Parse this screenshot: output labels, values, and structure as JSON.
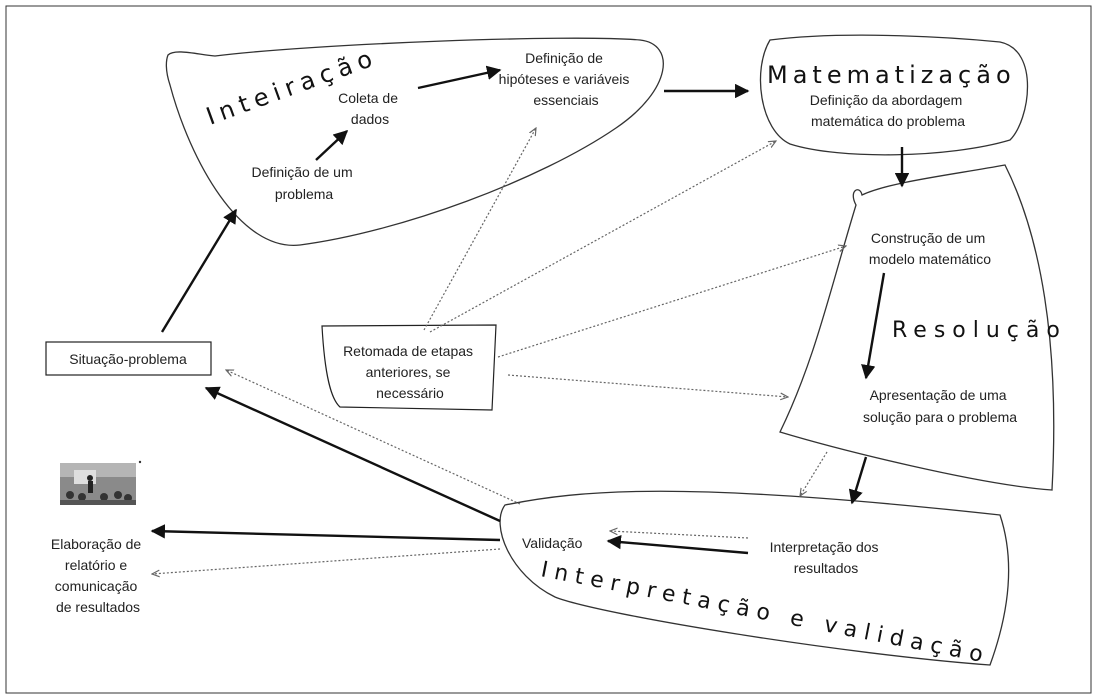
{
  "phases": {
    "inteiracao": "Inteiração",
    "matematizacao": "Matematização",
    "resolucao": "Resolução",
    "interpretacao": "Interpretação e validação"
  },
  "nodes": {
    "definicao_problema": [
      "Definição de um",
      "problema"
    ],
    "coleta_dados": [
      "Coleta de",
      "dados"
    ],
    "hipoteses": [
      "Definição de",
      "hipóteses e variáveis",
      "essenciais"
    ],
    "abordagem": [
      "Definição da abordagem",
      "matemática do problema"
    ],
    "construcao_modelo": [
      "Construção de um",
      "modelo matemático"
    ],
    "apresentacao_solucao": [
      "Apresentação de uma",
      "solução para o problema"
    ],
    "interpretacao_resultados": [
      "Interpretação dos",
      "resultados"
    ],
    "validacao": "Validação",
    "situacao_problema": "Situação-problema",
    "retomada": [
      "Retomada de etapas",
      "anteriores, se",
      "necessário"
    ],
    "relatorio": [
      "Elaboração de",
      "relatório e",
      "comunicação",
      "de resultados"
    ]
  },
  "images": {
    "presentation": "presentation-photo"
  },
  "colors": {
    "line": "#111111",
    "dotted": "#666666"
  }
}
